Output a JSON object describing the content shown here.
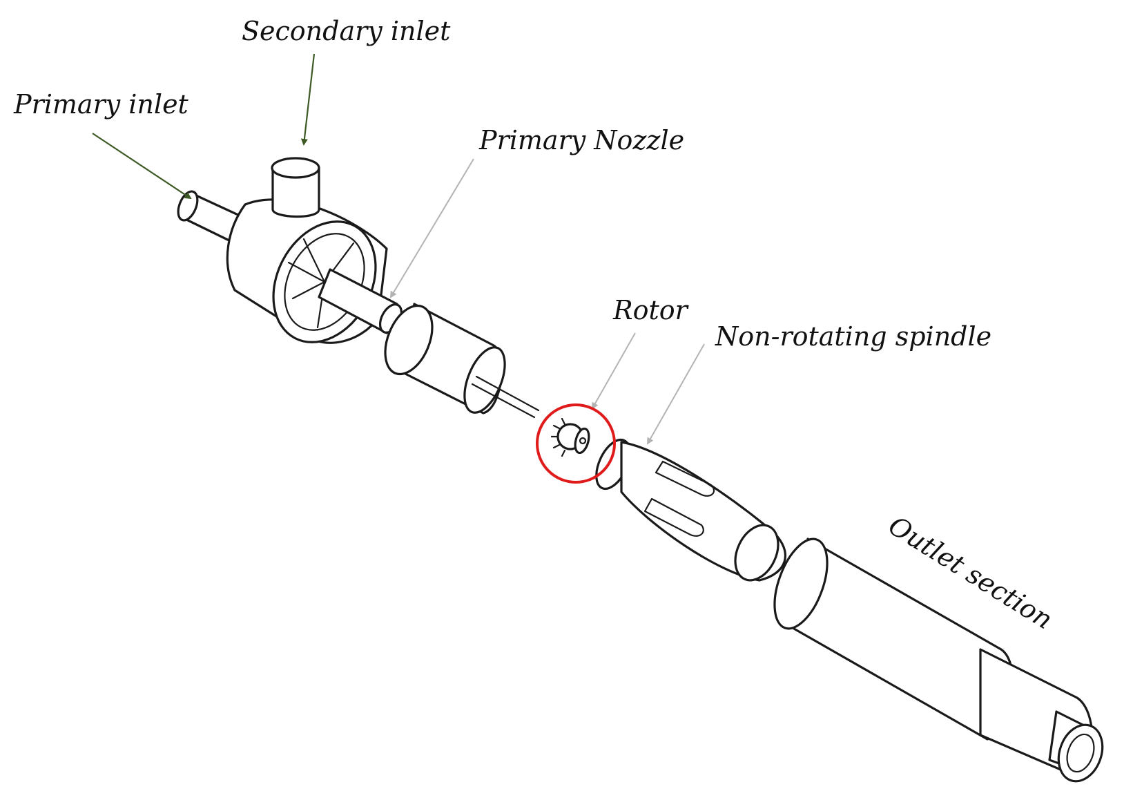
{
  "labels": {
    "secondary_inlet": "Secondary inlet",
    "primary_inlet": "Primary inlet",
    "primary_nozzle": "Primary Nozzle",
    "rotor": "Rotor",
    "non_rotating_spindle": "Non-rotating spindle",
    "outlet_section": "Outlet section"
  },
  "colors": {
    "inlet_arrow": "#3d5a25",
    "pointer_arrow": "#b3b3b3",
    "rotor_highlight": "#e01b1b",
    "line_art": "#1a1a1a"
  },
  "icons": {
    "inlet_arrow": "arrow-down-right-icon",
    "pointer_arrow": "arrow-pointer-icon",
    "rotor_highlight": "circle-highlight-icon"
  }
}
